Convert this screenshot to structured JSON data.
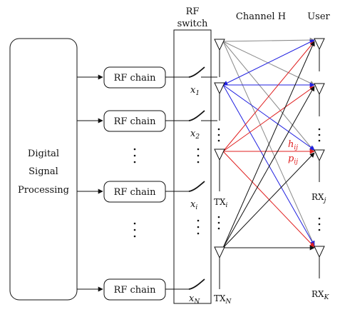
{
  "header": {
    "rf_switch_line1": "RF",
    "rf_switch_line2": "switch",
    "channel": "Channel H",
    "user": "User"
  },
  "dsp": {
    "line1": "Digital",
    "line2": "Signal",
    "line3": "Processing"
  },
  "rf_chains": [
    {
      "label": "RF chain",
      "x_var": "x",
      "x_sub": "1"
    },
    {
      "label": "RF chain",
      "x_var": "x",
      "x_sub": "2"
    },
    {
      "label": "RF chain",
      "x_var": "x",
      "x_sub": "i"
    },
    {
      "label": "RF chain",
      "x_var": "x",
      "x_sub": "N"
    }
  ],
  "tx_labels": [
    {
      "main": "TX",
      "sub": "i"
    },
    {
      "main": "TX",
      "sub": "N"
    }
  ],
  "rx_labels": [
    {
      "main": "RX",
      "sub": "j"
    },
    {
      "main": "RX",
      "sub": "K"
    }
  ],
  "channel_labels": {
    "h": "h",
    "h_sub": "ij",
    "p": "p",
    "p_sub": "ij"
  },
  "colors": {
    "blue": "#1f1fe0",
    "red": "#e01f1f",
    "gray": "#8a8a8a",
    "black": "#111111"
  }
}
